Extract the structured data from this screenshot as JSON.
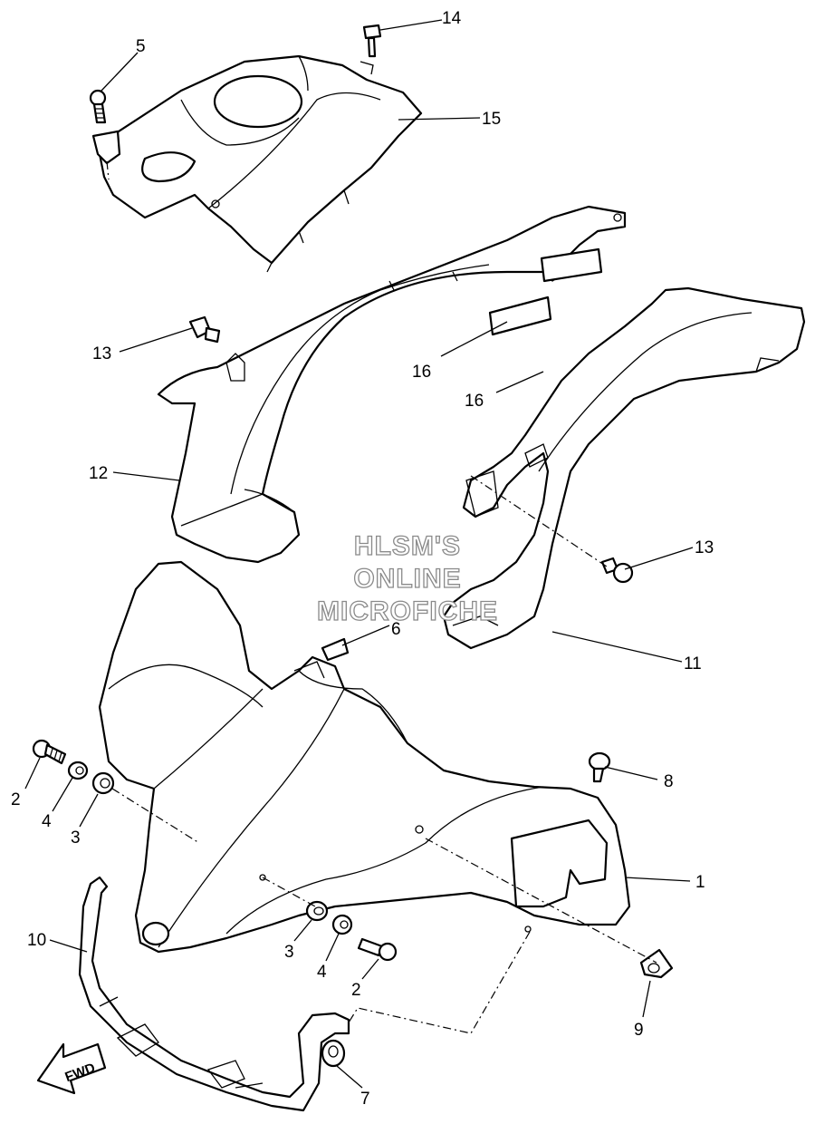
{
  "watermark": {
    "line1": "HLSM'S",
    "line2": "ONLINE",
    "line3": "MICROFICHE"
  },
  "fwd_arrow": {
    "label": "FWD"
  },
  "callouts": {
    "c1": "1",
    "c2a": "2",
    "c2b": "2",
    "c3a": "3",
    "c3b": "3",
    "c4a": "4",
    "c4b": "4",
    "c5": "5",
    "c6": "6",
    "c7": "7",
    "c8": "8",
    "c9": "9",
    "c10": "10",
    "c11": "11",
    "c12": "12",
    "c13a": "13",
    "c13b": "13",
    "c14": "14",
    "c15": "15",
    "c16a": "16",
    "c16b": "16"
  }
}
